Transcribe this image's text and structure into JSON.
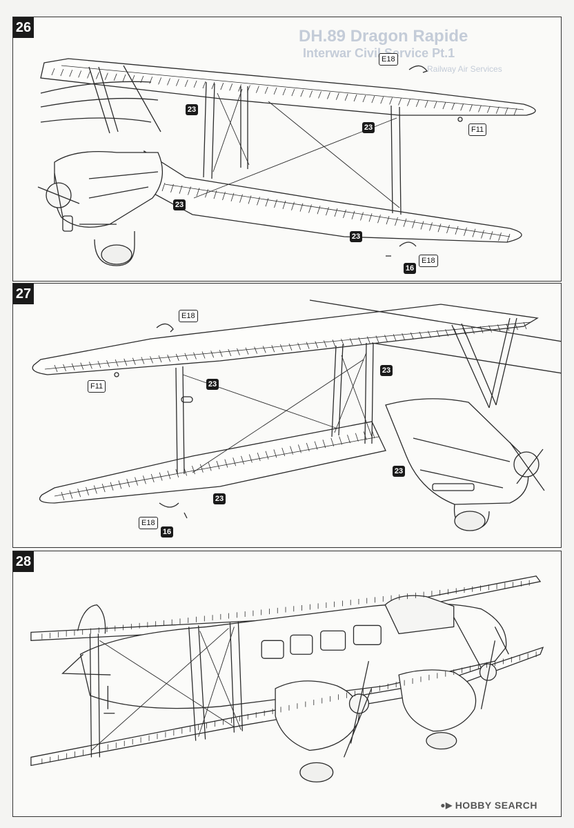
{
  "background_ghost": {
    "title": "DH.89 Dragon Rapide",
    "subtitle": "Interwar Civil Service Pt.1",
    "line3": "Railway Air Services"
  },
  "steps": [
    {
      "number": "26",
      "callouts": {
        "e18_top": "E18",
        "f11": "F11",
        "p23_a": "23",
        "p23_b": "23",
        "p23_c": "23",
        "p23_d": "23",
        "e18_bottom": "E18",
        "p16": "16"
      }
    },
    {
      "number": "27",
      "callouts": {
        "e18_top": "E18",
        "f11": "F11",
        "p23_a": "23",
        "p23_b": "23",
        "p23_c": "23",
        "p23_d": "23",
        "e18_bottom": "E18",
        "p16": "16"
      }
    },
    {
      "number": "28"
    }
  ],
  "watermark": {
    "brand": "HOBBY SEARCH",
    "icon": "hobby-search-logo-icon"
  },
  "colors": {
    "line": "#2b2b2b",
    "paper": "#fafaf8",
    "ghost": "#c4ccd8",
    "badge": "#1a1a1a"
  }
}
